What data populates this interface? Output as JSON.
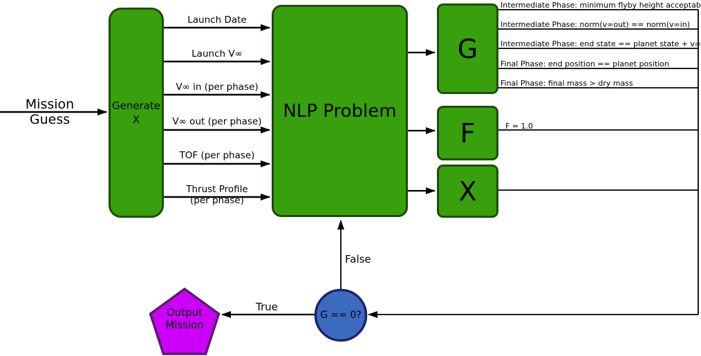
{
  "diagram": {
    "colors": {
      "node_green": "#38a00c",
      "node_green_border": "#1d4e07",
      "decision_blue": "#3a6bbf",
      "decision_blue_border": "#20206e",
      "output_magenta": "#cc00fa",
      "output_magenta_border": "#552266",
      "wire_black": "#000000"
    },
    "nodes": {
      "mission_guess": "Mission Guess",
      "generate_x": "Generate\nX",
      "nlp_problem": "NLP Problem",
      "constraints_block": "G",
      "objective_block": "F",
      "decision_block": "X",
      "condition": "G == 0?",
      "output_mission": "Output\nMission"
    },
    "edge_labels": {
      "inputs": [
        "Launch Date",
        "Launch V∞",
        "V∞ in (per phase)",
        "V∞ out (per phase)",
        "TOF (per phase)",
        "Thrust Profile\n(per phase)"
      ],
      "constraints": [
        "Intermediate Phase: minimum flyby height acceptable",
        "Intermediate Phase: norm(v∞out) == norm(v∞in)",
        "Intermediate Phase: end state == planet state + v∞",
        "Final Phase: end position == planet position",
        "Final Phase: final mass > dry mass"
      ],
      "objective_value": "F = 1.0",
      "branch_true": "True",
      "branch_false": "False"
    }
  }
}
